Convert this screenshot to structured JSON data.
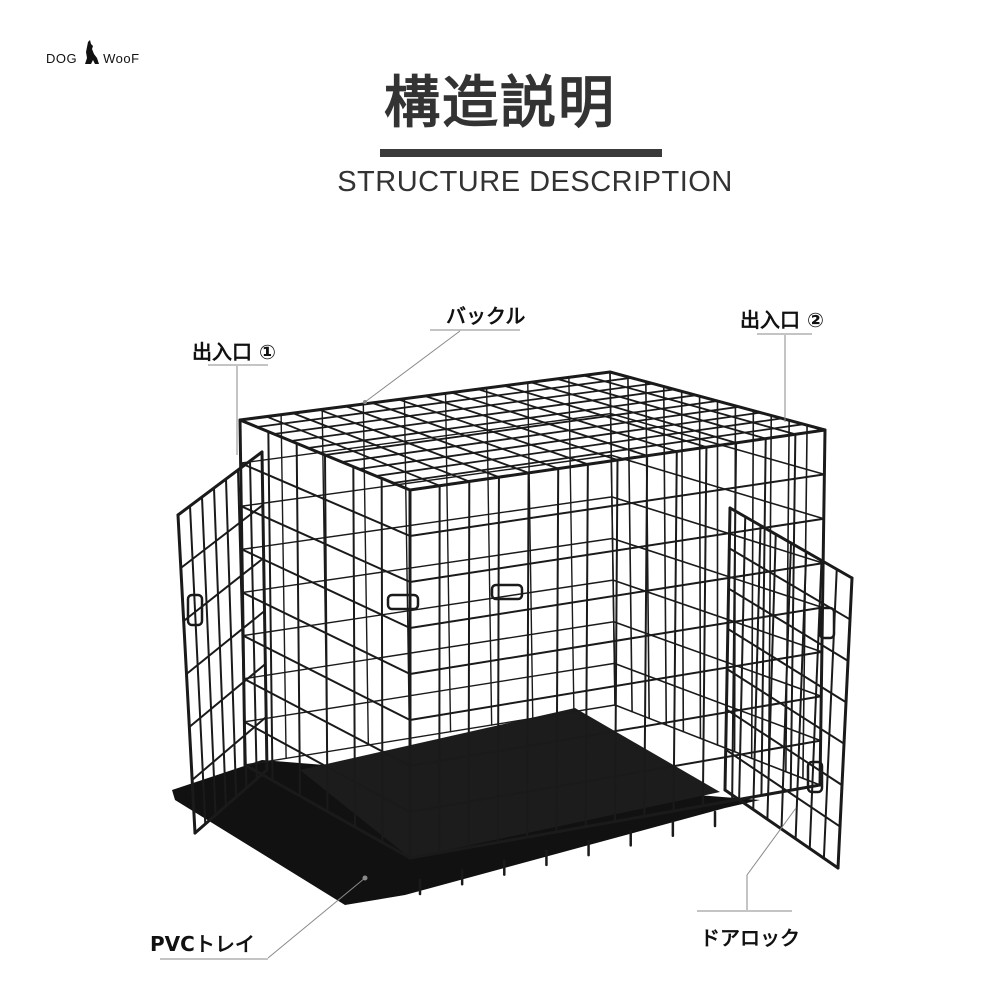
{
  "brand": {
    "logo_text_left": "DOG",
    "logo_text_right": "WooF"
  },
  "header": {
    "title": "構造説明",
    "subtitle": "STRUCTURE  DESCRIPTION"
  },
  "callouts": {
    "entrance1": "出入口 ①",
    "buckle": "バックル",
    "entrance2": "出入口 ②",
    "pvc_tray": "PVCトレイ",
    "door_lock": "ドアロック"
  },
  "colors": {
    "wire": "#1a1a1a",
    "tray": "#121212",
    "leader": "#8a8a8a",
    "title": "#333333"
  }
}
